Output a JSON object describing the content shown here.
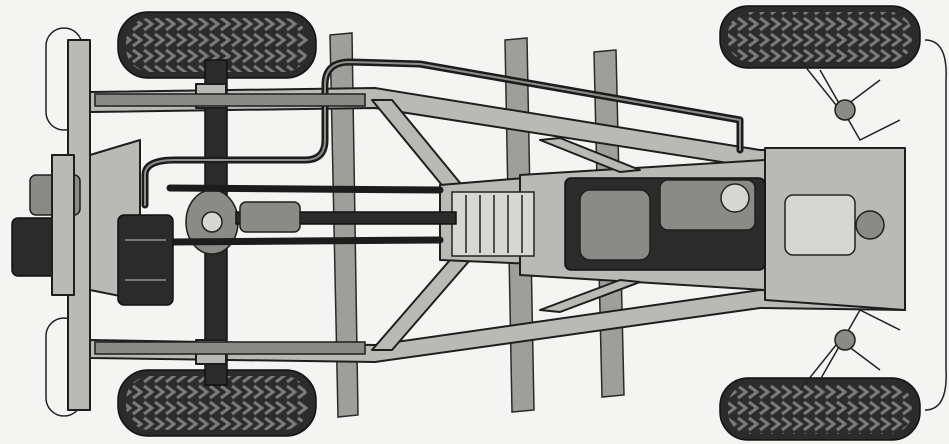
{
  "image": {
    "subject": "vehicle-chassis-underside",
    "view": "top-down",
    "style": "monochrome-technical-illustration"
  },
  "colors": {
    "background": "#f4f4f2",
    "frame": "#b9b9b6",
    "outline": "#1e1e1e",
    "tire": "#2b2b2b",
    "tire_tread": "#505050"
  }
}
